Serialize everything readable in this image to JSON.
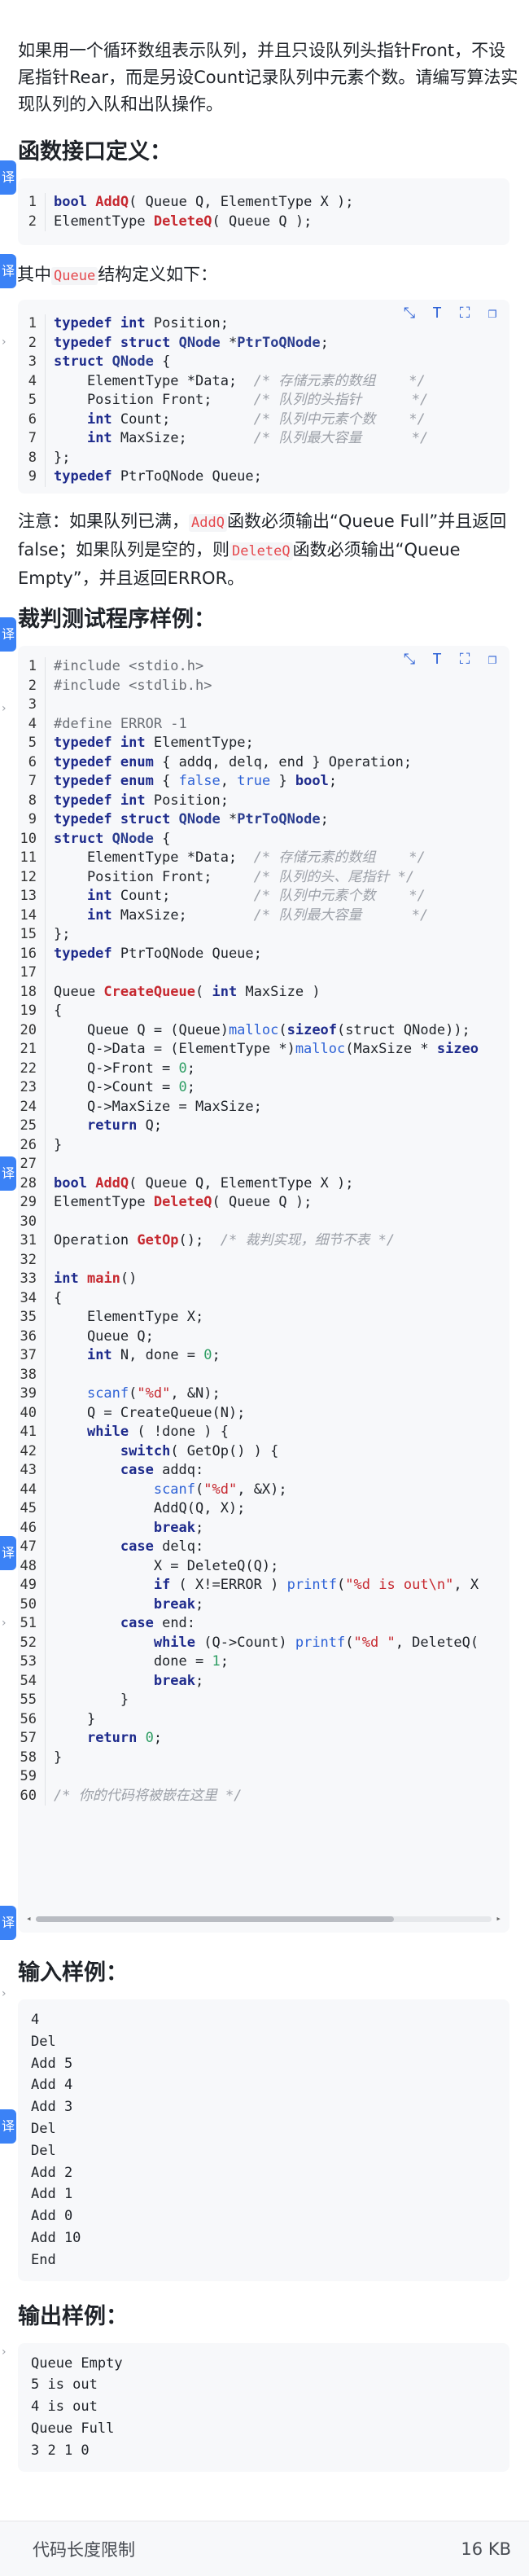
{
  "problem": {
    "intro": "如果用一个循环数组表示队列，并且只设队列头指针Front，不设尾指针Rear，而是另设Count记录队列中元素个数。请编写算法实现队列的入队和出队操作。",
    "interface_heading": "函数接口定义：",
    "interface_code": [
      "bool AddQ( Queue Q, ElementType X );",
      "ElementType DeleteQ( Queue Q );"
    ],
    "struct_note_prefix": "其中",
    "struct_note_code": "Queue",
    "struct_note_suffix": "结构定义如下：",
    "notice_1": "注意：如果队列已满，",
    "notice_addq": "AddQ",
    "notice_2": "函数必须输出“Queue Full”并且返回false；如果队列是空的，则",
    "notice_deleteq": "DeleteQ",
    "notice_3": "函数必须输出“Queue Empty”，并且返回ERROR。",
    "judge_heading": "裁判测试程序样例：",
    "input_heading": "输入样例：",
    "input_lines": [
      "4",
      "Del",
      "Add 5",
      "Add 4",
      "Add 3",
      "Del",
      "Del",
      "Add 2",
      "Add 1",
      "Add 0",
      "Add 10",
      "End"
    ],
    "output_heading": "输出样例：",
    "output_lines": [
      "Queue Empty",
      "5 is out",
      "4 is out",
      "Queue Full",
      "3 2 1 0"
    ]
  },
  "side_tag_label": "译",
  "footer": {
    "label": "代码长度限制",
    "value": "16 KB"
  },
  "colors": {
    "accent": "#3b82f6",
    "keyword": "#1e2b8c",
    "function": "#c6282f",
    "comment": "#9ca0a8",
    "number": "#2f9e64"
  },
  "icons": [
    "collapse-icon",
    "font-size-icon",
    "fullscreen-icon",
    "copy-icon"
  ]
}
